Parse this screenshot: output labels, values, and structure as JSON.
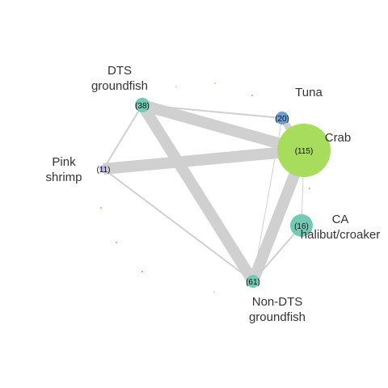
{
  "nodes": [
    {
      "id": "dts",
      "label_lines": [
        "DTS",
        "groundfish"
      ],
      "count": "(38)",
      "color": "#74c9b5"
    },
    {
      "id": "tuna",
      "label_lines": [
        "Tuna"
      ],
      "count": "(20)",
      "color": "#6b9fd3"
    },
    {
      "id": "crab",
      "label_lines": [
        "Crab"
      ],
      "count": "(115)",
      "color": "#a8dc5c"
    },
    {
      "id": "pink",
      "label_lines": [
        "Pink",
        "shrimp"
      ],
      "count": "(11)",
      "color": "#c9b8e6"
    },
    {
      "id": "ca",
      "label_lines": [
        "CA",
        "halibut/croaker"
      ],
      "count": "(16)",
      "color": "#74c9b5"
    },
    {
      "id": "nondts",
      "label_lines": [
        "Non-DTS",
        "groundfish"
      ],
      "count": "(61)",
      "color": "#74c9b5"
    }
  ],
  "edges": [
    {
      "from": "dts",
      "to": "crab",
      "weight": "heavy"
    },
    {
      "from": "dts",
      "to": "nondts",
      "weight": "heavy"
    },
    {
      "from": "pink",
      "to": "crab",
      "weight": "heavy"
    },
    {
      "from": "crab",
      "to": "nondts",
      "weight": "heavy"
    },
    {
      "from": "dts",
      "to": "tuna",
      "weight": "light"
    },
    {
      "from": "dts",
      "to": "pink",
      "weight": "light"
    },
    {
      "from": "pink",
      "to": "nondts",
      "weight": "light"
    },
    {
      "from": "tuna",
      "to": "crab",
      "weight": "medium"
    },
    {
      "from": "tuna",
      "to": "nondts",
      "weight": "thin"
    },
    {
      "from": "crab",
      "to": "ca",
      "weight": "thin"
    },
    {
      "from": "ca",
      "to": "nondts",
      "weight": "light"
    }
  ],
  "colors": {
    "edge": "#d0d0d0",
    "label": "#333333"
  }
}
